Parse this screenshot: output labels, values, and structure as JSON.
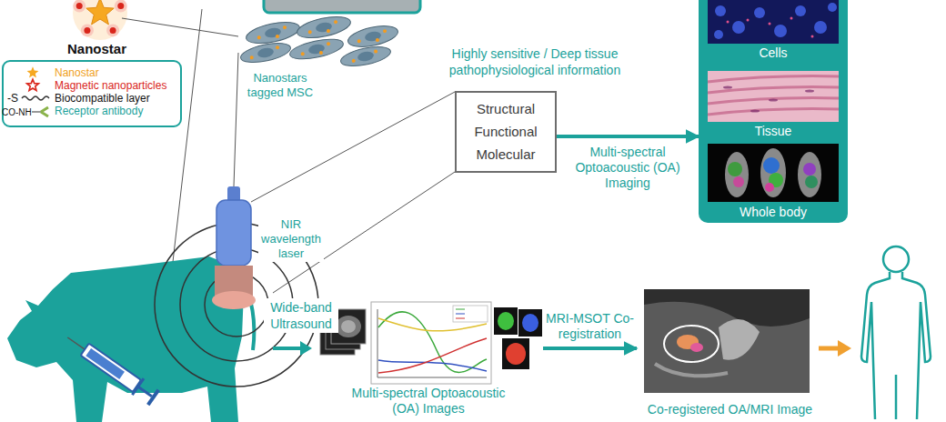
{
  "diagram": {
    "nodes": [
      {
        "text": [
          "Structural",
          "Functional",
          "Molecular"
        ]
      },
      {
        "text": [
          "Cells",
          "Tissue",
          "Whole body"
        ]
      },
      {
        "text": [
          "Multi-spectral Optoacoustic (OA) Images"
        ]
      },
      {
        "text": [
          "Co-registered OA/MRI Image"
        ]
      }
    ],
    "edges": [
      {
        "from": 0,
        "to": 1,
        "arrow": "to",
        "label": "Multi-spectral Optoacoustic (OA) Imaging"
      },
      {
        "from": 2,
        "to": 3,
        "arrow": "to",
        "label": "MRI-MSOT Co-registration"
      }
    ],
    "labels": [
      "Nanostar",
      "Nanostars tagged MSC",
      "Highly sensitive / Deep tissue pathophysiological information",
      "NIR wavelength laser",
      "Wide-band Ultrasound",
      "-S",
      "CO-NH"
    ],
    "legend": [
      {
        "text": "Nanostar"
      },
      {
        "text": "Magnetic nanoparticles"
      },
      {
        "text": "Biocompatible layer"
      },
      {
        "text": "Receptor antibody"
      }
    ]
  }
}
